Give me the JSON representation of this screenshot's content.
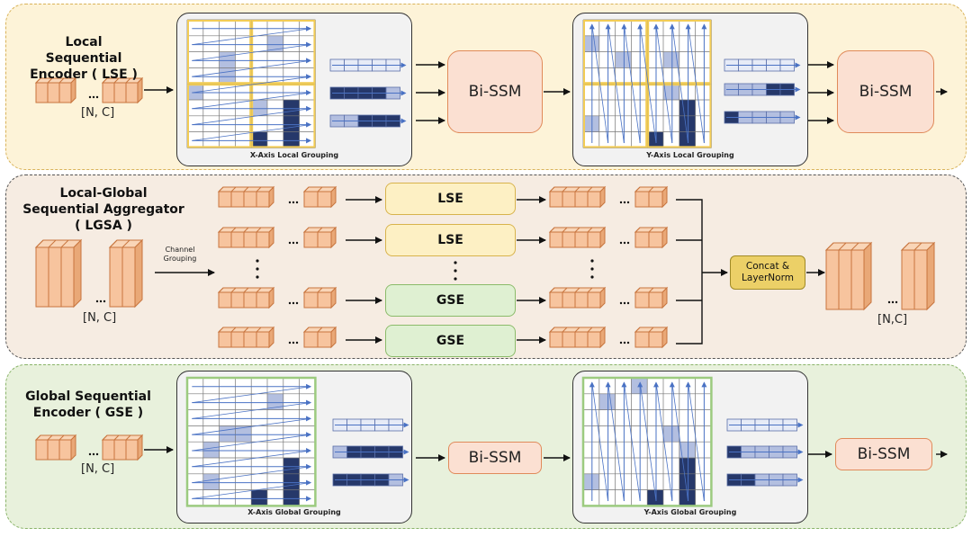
{
  "colors": {
    "lse_panel_fill": "#fdf3d8",
    "lse_panel_border": "#d9b35a",
    "lgsa_panel_fill": "#f6ece2",
    "lgsa_panel_border": "#555555",
    "gse_panel_fill": "#e8f1dc",
    "gse_panel_border": "#8ab46a",
    "token_fill": "#f7c49e",
    "token_border": "#c8753e",
    "dark_block": "#26386a",
    "light_block": "#b3bfe0",
    "arrow_blue": "#4a72c4"
  },
  "lse": {
    "title_line1": "Local Sequential",
    "title_line2": "Encoder ( LSE )",
    "input_label": "[N, C]",
    "x_caption": "X-Axis Local Grouping",
    "y_caption": "Y-Axis Local Grouping",
    "ssm1_label": "Bi-SSM",
    "ssm2_label": "Bi-SSM"
  },
  "lgsa": {
    "title_line1": "Local-Global",
    "title_line2": "Sequential Aggregator",
    "title_line3": "( LGSA )",
    "channel_line1": "Channel",
    "channel_line2": "Grouping",
    "input_label": "[N, C]",
    "blocks": [
      "LSE",
      "LSE",
      "GSE",
      "GSE"
    ],
    "concat_line1": "Concat &",
    "concat_line2": "LayerNorm",
    "output_label": "[N,C]"
  },
  "gse": {
    "title_line1": "Global Sequential",
    "title_line2": "Encoder ( GSE )",
    "input_label": "[N, C]",
    "x_caption": "X-Axis Global Grouping",
    "y_caption": "Y-Axis Global Grouping",
    "ssm1_label": "Bi-SSM",
    "ssm2_label": "Bi-SSM"
  }
}
